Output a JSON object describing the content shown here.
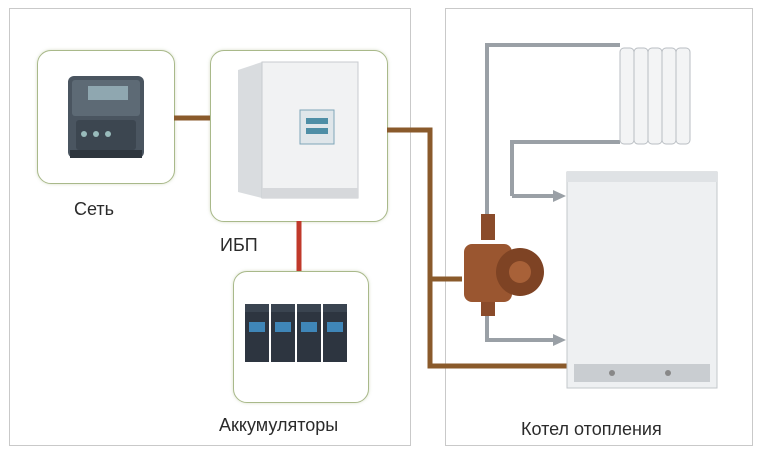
{
  "labels": {
    "grid": "Сеть",
    "ups": "ИБП",
    "batteries": "Аккумуляторы",
    "boiler": "Котел отопления"
  },
  "colors": {
    "power_line": "#8a5a2b",
    "battery_line": "#c0392b",
    "pipe": "#9aa0a6",
    "box_border": "#a9b98a"
  },
  "icons": [
    "electricity-meter-icon",
    "ups-unit-icon",
    "battery-bank-icon",
    "radiator-icon",
    "circulation-pump-icon",
    "boiler-icon"
  ]
}
